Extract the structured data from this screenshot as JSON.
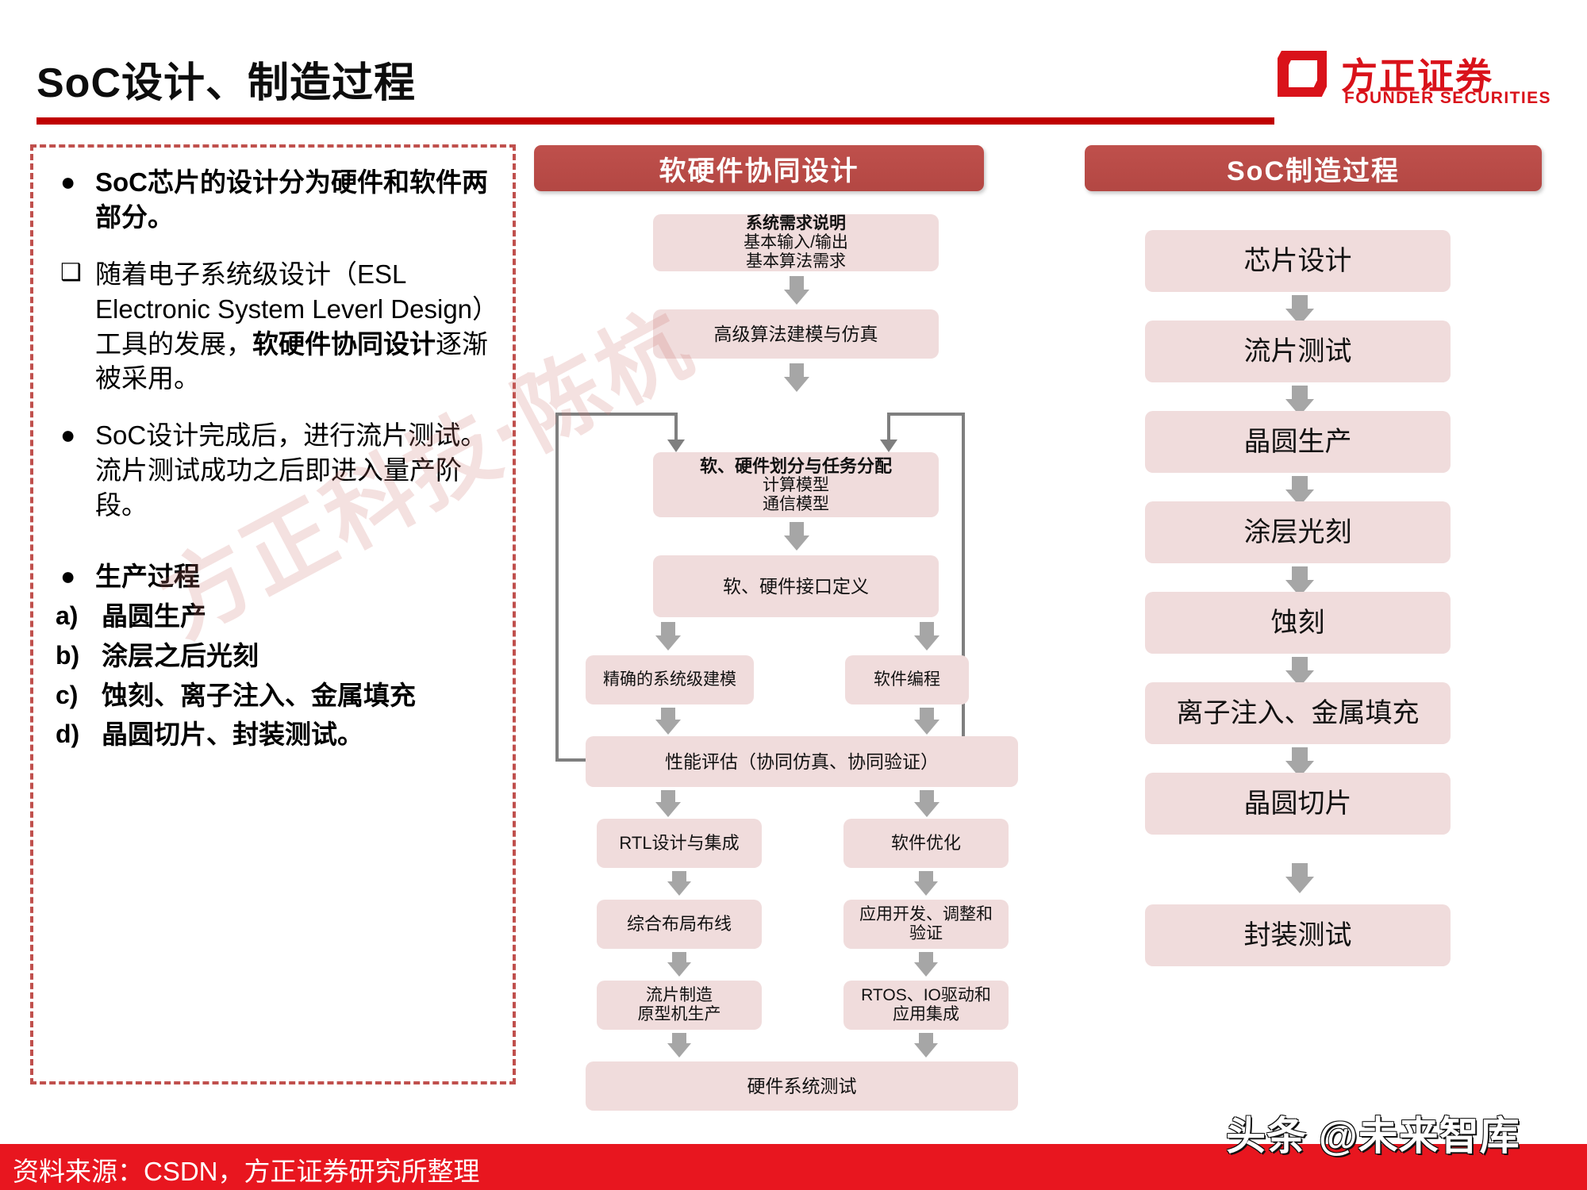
{
  "header": {
    "title": "SoC设计、制造过程",
    "logo_cn": "方正证券",
    "logo_en": "FOUNDER SECURITIES",
    "brand_red": "#d9121a",
    "rule_red": "#c00000"
  },
  "left_panel": {
    "border_color": "#c0504d",
    "bullets": [
      {
        "mark": "●",
        "mark_type": "disc",
        "bold": true,
        "text": "SoC芯片的设计分为硬件和软件两部分。"
      },
      {
        "mark": "❑",
        "mark_type": "square",
        "bold": false,
        "text_parts": [
          {
            "t": "随着电子系统级设计（ESL Electronic System Leverl Design）工具的发展，",
            "bold": false
          },
          {
            "t": "软硬件协同设计",
            "bold": true
          },
          {
            "t": "逐渐被采用。",
            "bold": false
          }
        ]
      },
      {
        "mark": "●",
        "mark_type": "disc",
        "bold": false,
        "text": "SoC设计完成后，进行流片测试。流片测试成功之后即进入量产阶段。"
      },
      {
        "mark": "●",
        "mark_type": "disc",
        "bold": true,
        "text": "生产过程"
      },
      {
        "mark": "a)",
        "mark_type": "alpha",
        "bold": true,
        "text": "晶圆生产"
      },
      {
        "mark": "b)",
        "mark_type": "alpha",
        "bold": true,
        "text": "涂层之后光刻"
      },
      {
        "mark": "c)",
        "mark_type": "alpha",
        "bold": true,
        "text": "蚀刻、离子注入、金属填充"
      },
      {
        "mark": "d)",
        "mark_type": "alpha",
        "bold": true,
        "text": "晶圆切片、封装测试。"
      }
    ]
  },
  "middle_column": {
    "header": "软硬件协同设计",
    "header_color": "#bf504c",
    "box_color": "#f0dcdc",
    "arrow_color": "#a6a6a6",
    "loop_color": "#7f7f7f",
    "boxes": {
      "requirements": {
        "title": "系统需求说明",
        "lines": [
          "基本输入/输出",
          "基本算法需求"
        ]
      },
      "algo_model": {
        "title": "",
        "lines": [
          "高级算法建模与仿真"
        ]
      },
      "partition": {
        "title": "软、硬件划分与任务分配",
        "lines": [
          "计算模型",
          "通信模型"
        ]
      },
      "interface": {
        "title": "",
        "lines": [
          "软、硬件接口定义"
        ]
      },
      "sys_model": {
        "title": "",
        "lines": [
          "精确的系统级建模"
        ]
      },
      "sw_program": {
        "title": "",
        "lines": [
          "软件编程"
        ]
      },
      "perf_eval": {
        "title": "",
        "lines": [
          "性能评估（协同仿真、协同验证）"
        ]
      },
      "rtl": {
        "title": "",
        "lines": [
          "RTL设计与集成"
        ]
      },
      "sw_opt": {
        "title": "",
        "lines": [
          "软件优化"
        ]
      },
      "layout": {
        "title": "",
        "lines": [
          "综合布局布线"
        ]
      },
      "app_dev": {
        "title": "",
        "lines": [
          "应用开发、调整和",
          "验证"
        ]
      },
      "tapeout": {
        "title": "",
        "lines": [
          "流片制造",
          "原型机生产"
        ]
      },
      "rtos": {
        "title": "",
        "lines": [
          "RTOS、IO驱动和",
          "应用集成"
        ]
      },
      "hw_test": {
        "title": "",
        "lines": [
          "硬件系统测试"
        ]
      }
    }
  },
  "right_column": {
    "header": "SoC制造过程",
    "header_color": "#bf504c",
    "box_color": "#f0dcdc",
    "steps": [
      "芯片设计",
      "流片测试",
      "晶圆生产",
      "涂层光刻",
      "蚀刻",
      "离子注入、金属填充",
      "晶圆切片",
      "封装测试"
    ]
  },
  "watermarks": {
    "diagonal": "方正科技·陈杭",
    "bottom_right": "头条 @未来智库"
  },
  "footer": {
    "text": "资料来源：CSDN，方正证券研究所整理",
    "bar_color": "#e8161f"
  }
}
